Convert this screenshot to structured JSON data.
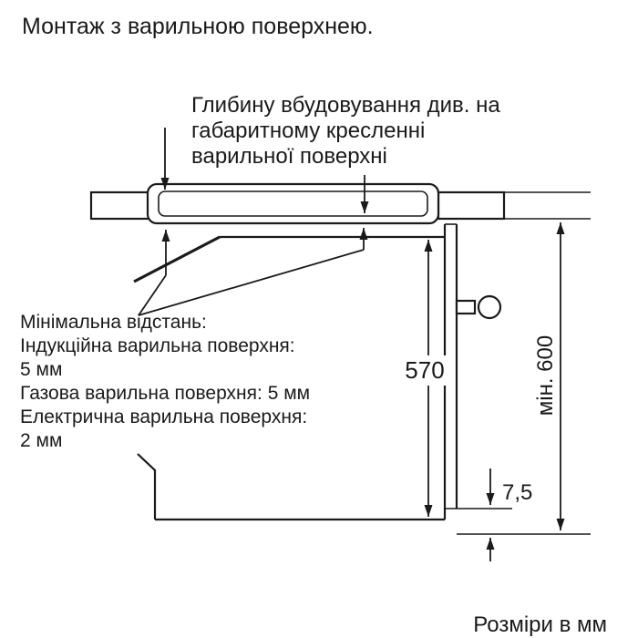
{
  "page": {
    "title": "Монтаж з варильною поверхнею.",
    "units_note": "Розміри в мм"
  },
  "annotation": {
    "line1": "Глибину вбудовування див. на",
    "line2": "габаритному кресленні",
    "line3": "варильної поверхні"
  },
  "distance_note": {
    "line1": "Мінімальна відстань:",
    "line2": "Індукційна варильна поверхня:",
    "line3": "5 мм",
    "line4": "Газова варильна поверхня: 5 мм",
    "line5": "Електрична варильна поверхня:",
    "line6": "2 мм"
  },
  "dimensions": {
    "oven_niche_height": "570",
    "min_cabinet_height": "мін. 600",
    "bottom_gap": "7,5"
  },
  "colors": {
    "line": "#1a1a1a",
    "background": "#ffffff"
  }
}
